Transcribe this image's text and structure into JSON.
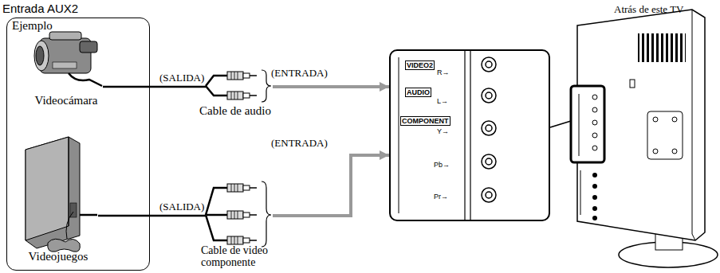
{
  "diagram": {
    "title": "Entrada AUX2",
    "nodes": [
      {
        "text": [
          "Ejemplo"
        ]
      },
      {
        "text": [
          "Videocámara"
        ],
        "in": 0
      },
      {
        "text": [
          "Videojuegos"
        ],
        "in": 0
      },
      {
        "text": [
          "VIDEO2",
          "R→",
          "AUDIO",
          "L→",
          "COMPONENT",
          "Y→",
          "Pb→",
          "Pr→"
        ]
      }
    ],
    "edges": [
      {
        "from": 1,
        "to": 3,
        "arrow": "to"
      },
      {
        "from": 2,
        "to": 3,
        "arrow": "to"
      }
    ],
    "labels": [
      "(SALIDA)",
      "Cable de audio",
      "(ENTRADA)",
      "(SALIDA)",
      "Cable de video componente",
      "(ENTRADA)",
      "Atrás de este TV"
    ]
  }
}
